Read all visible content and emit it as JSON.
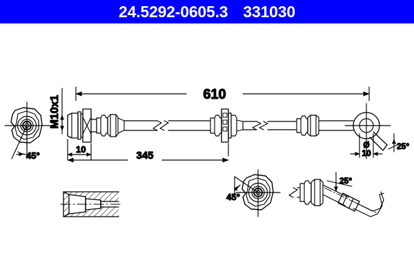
{
  "header": {
    "part_number": "24.5292-0605.3",
    "reference_number": "331030"
  },
  "drawing": {
    "description": "Technical engineering drawing of an automotive brake hose assembly with banjo fittings",
    "colors": {
      "header_background": "#0000ff",
      "header_text": "#ffffff",
      "line": "#000000",
      "page_background": "#ffffff"
    },
    "dimensions": {
      "overall_length": "610",
      "intermediate_length": "345",
      "end_length": "10",
      "thread": "M10x1",
      "eye_diameter_symbol": "Ø",
      "eye_diameter_value": "10"
    },
    "angles": {
      "left_end_view": "45°",
      "mid_end_view": "45°",
      "right_fitting_top": "25°",
      "right_fitting_detail": "25°"
    },
    "views": [
      {
        "name": "left-banjo-end-view",
        "label": "45°"
      },
      {
        "name": "main-assembly-side-view",
        "label": "610"
      },
      {
        "name": "section-detail-view",
        "label": ""
      },
      {
        "name": "mid-banjo-end-view",
        "label": "45°"
      },
      {
        "name": "right-bent-fitting-detail",
        "label": "25°"
      }
    ]
  }
}
